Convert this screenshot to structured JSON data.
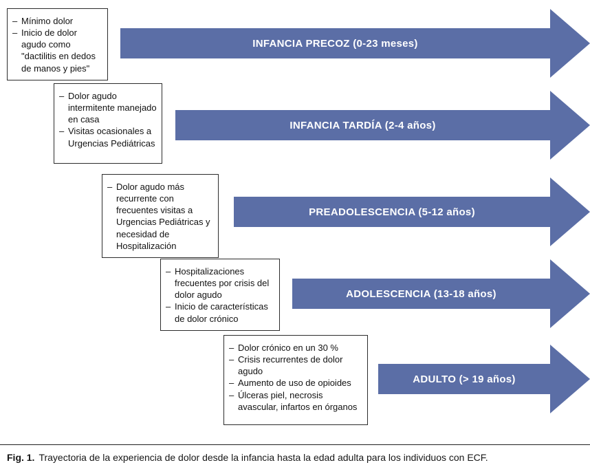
{
  "bullet_marker": "–",
  "stages": [
    {
      "label": "INFANCIA PRECOZ (0-23 meses)",
      "notes": [
        "Mínimo dolor",
        "Inicio de dolor agudo como \"dactilitis en dedos de manos y pies\""
      ]
    },
    {
      "label": "INFANCIA TARDÍA (2-4 años)",
      "notes": [
        "Dolor agudo intermitente manejado en casa",
        "Visitas ocasionales a Urgencias Pediátricas"
      ]
    },
    {
      "label": "PREADOLESCENCIA (5-12 años)",
      "notes": [
        "Dolor agudo más recurrente con frecuentes visitas a Urgencias Pediátricas y necesidad de Hospitalización"
      ]
    },
    {
      "label": "ADOLESCENCIA (13-18 años)",
      "notes": [
        "Hospitalizaciones frecuentes por crisis del dolor agudo",
        "Inicio de características de dolor crónico"
      ]
    },
    {
      "label": "ADULTO (> 19 años)",
      "notes": [
        "Dolor crónico en un 30 %",
        "Crisis recurrentes de dolor agudo",
        "Aumento de uso de opioides",
        "Úlceras piel, necrosis avascular, infartos en órganos"
      ]
    }
  ],
  "caption": {
    "prefix": "Fig. 1.",
    "text": "Trayectoria de la experiencia de dolor desde la infancia hasta la edad adulta para los individuos con ECF."
  },
  "colors": {
    "arrow": "#5b6ea6",
    "arrow_text": "#ffffff"
  }
}
